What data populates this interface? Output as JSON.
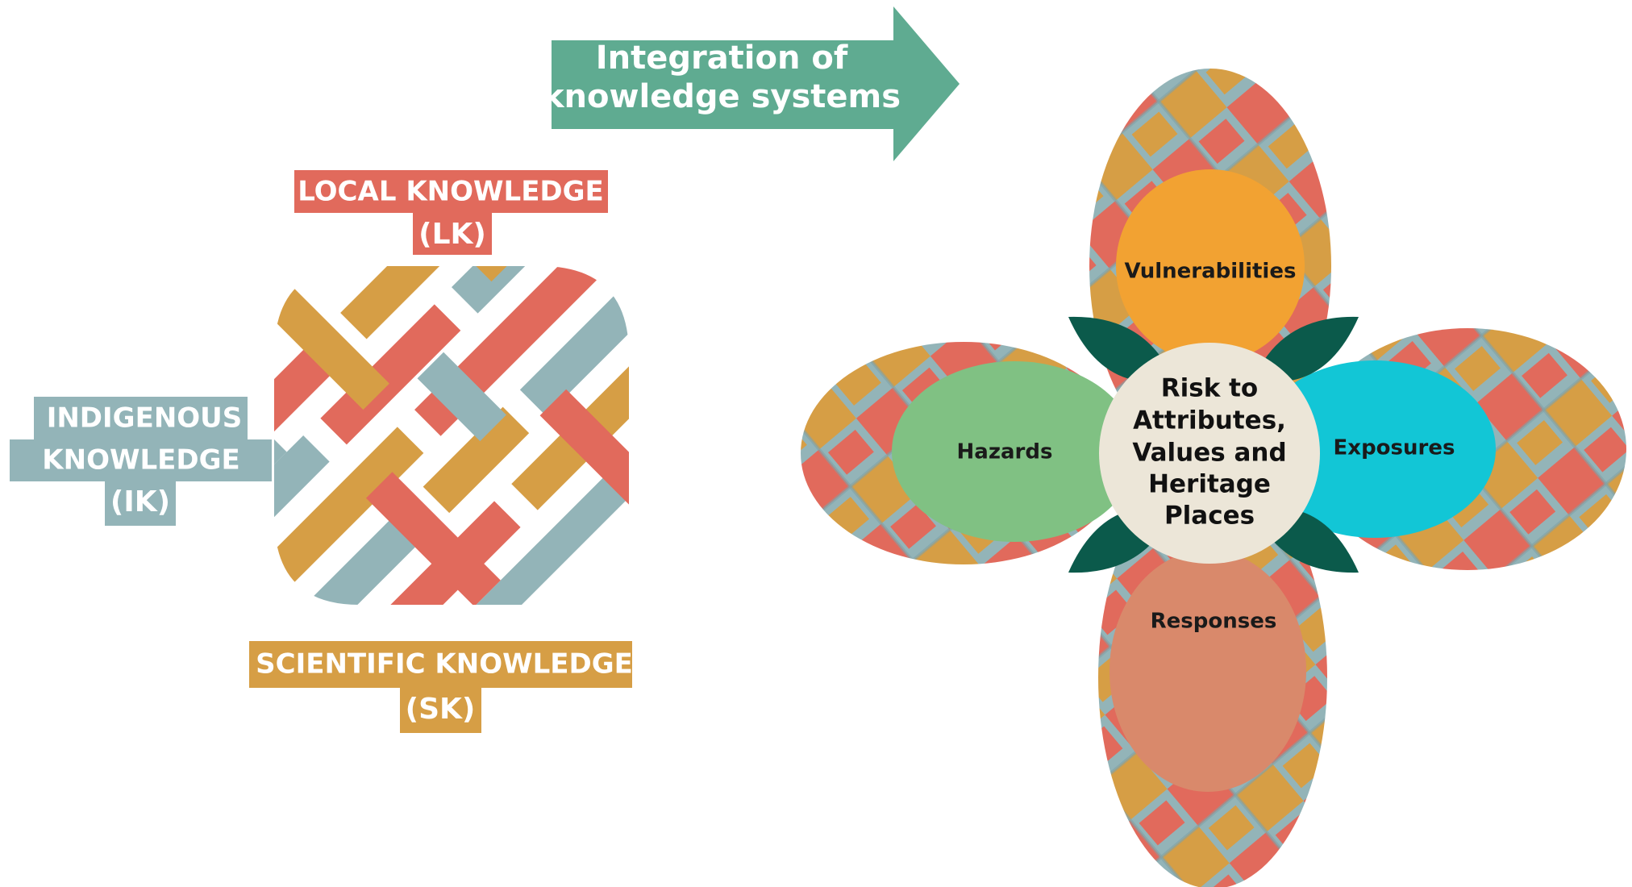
{
  "colors": {
    "local": "#E16A5C",
    "indigenous": "#93B4B8",
    "scientific": "#D69E45",
    "arrow": "#5FAB91",
    "vulnerabilities": "#F2A232",
    "hazards": "#80C183",
    "exposures": "#12C6D6",
    "responses": "#D9896B",
    "center": "#ECE6D8",
    "leaf": "#0B5A4B"
  },
  "labels": {
    "local": {
      "line1": "LOCAL KNOWLEDGE",
      "line2": "(LK)"
    },
    "indigenous": {
      "line1": "INDIGENOUS",
      "line2": "KNOWLEDGE",
      "line3": "(IK)"
    },
    "scientific": {
      "line1": "SCIENTIFIC KNOWLEDGE",
      "line2": "(SK)"
    }
  },
  "arrow": {
    "line1": "Integration of",
    "line2": "knowledge systems"
  },
  "petals": {
    "vulnerabilities": "Vulnerabilities",
    "hazards": "Hazards",
    "exposures": "Exposures",
    "responses": "Responses"
  },
  "center": {
    "line1": "Risk to",
    "line2": "Attributes,",
    "line3": "Values and",
    "line4": "Heritage",
    "line5": "Places"
  }
}
